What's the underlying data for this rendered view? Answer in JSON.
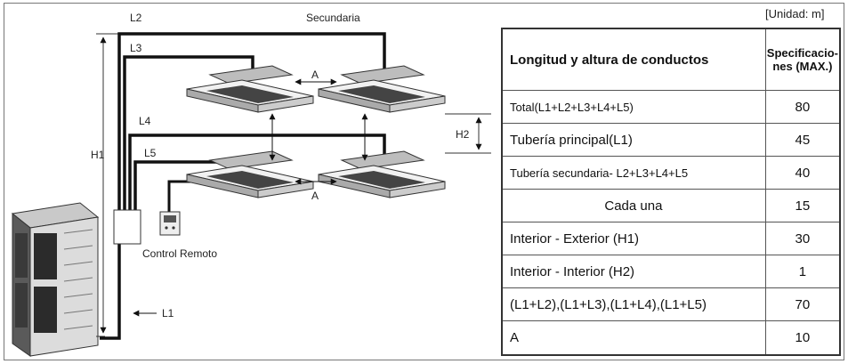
{
  "diagram": {
    "labels": {
      "secundaria": "Secundaria",
      "l1": "L1",
      "l2": "L2",
      "l3": "L3",
      "l4": "L4",
      "l5": "L5",
      "h1": "H1",
      "h2": "H2",
      "a_top": "A",
      "a_bottom": "A",
      "control_remoto": "Control Remoto"
    }
  },
  "table": {
    "unit_label": "[Unidad: m]",
    "header": {
      "col1": "Longitud y altura de conductos",
      "col2_line1": "Specificacio-",
      "col2_line2": "nes (MAX.)"
    },
    "rows": [
      {
        "label": "Total(L1+L2+L3+L4+L5)",
        "value": "80"
      },
      {
        "label": "Tubería principal(L1)",
        "value": "45"
      },
      {
        "label": "Tubería secundaria- L2+L3+L4+L5",
        "value": "40"
      },
      {
        "label": "Cada una",
        "value": "15"
      },
      {
        "label": "Interior - Exterior (H1)",
        "value": "30"
      },
      {
        "label": "Interior - Interior (H2)",
        "value": "1"
      },
      {
        "label": "(L1+L2),(L1+L3),(L1+L4),(L1+L5)",
        "value": "70"
      },
      {
        "label": "A",
        "value": "10"
      }
    ]
  }
}
